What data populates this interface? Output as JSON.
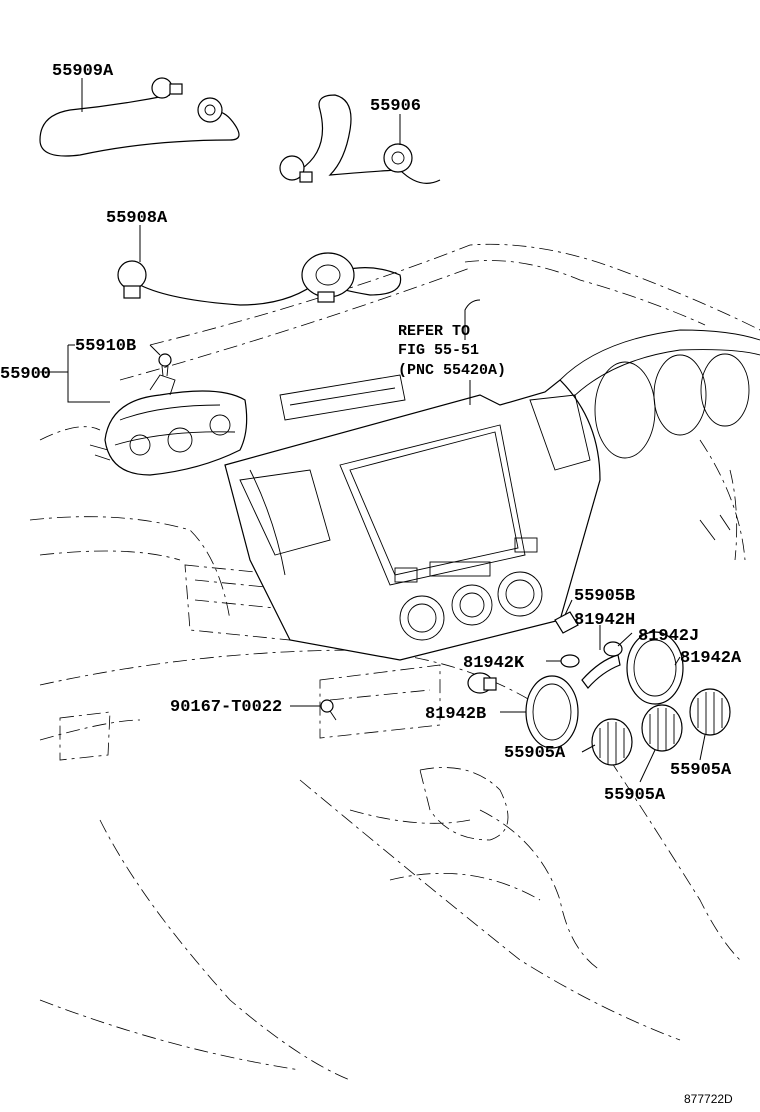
{
  "diagram": {
    "labels": {
      "p55909A": "55909A",
      "p55906": "55906",
      "p55908A": "55908A",
      "p55910B": "55910B",
      "p55900": "55900",
      "p55905B": "55905B",
      "p81942H": "81942H",
      "p81942J": "81942J",
      "p81942K": "81942K",
      "p81942A": "81942A",
      "p90167": "90167-T0022",
      "p81942B": "81942B",
      "p55905A_1": "55905A",
      "p55905A_2": "55905A",
      "p55905A_3": "55905A"
    },
    "refer_note": {
      "line1": "REFER TO",
      "line2": "FIG 55-51",
      "line3": "(PNC 55420A)"
    },
    "figure_code": "877722D"
  }
}
